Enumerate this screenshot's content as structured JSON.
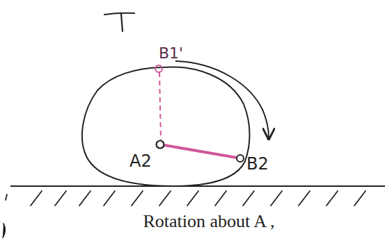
{
  "diagram": {
    "caption": "Rotation about A ,",
    "labels": [
      "B1'",
      "A2",
      "B2"
    ]
  }
}
